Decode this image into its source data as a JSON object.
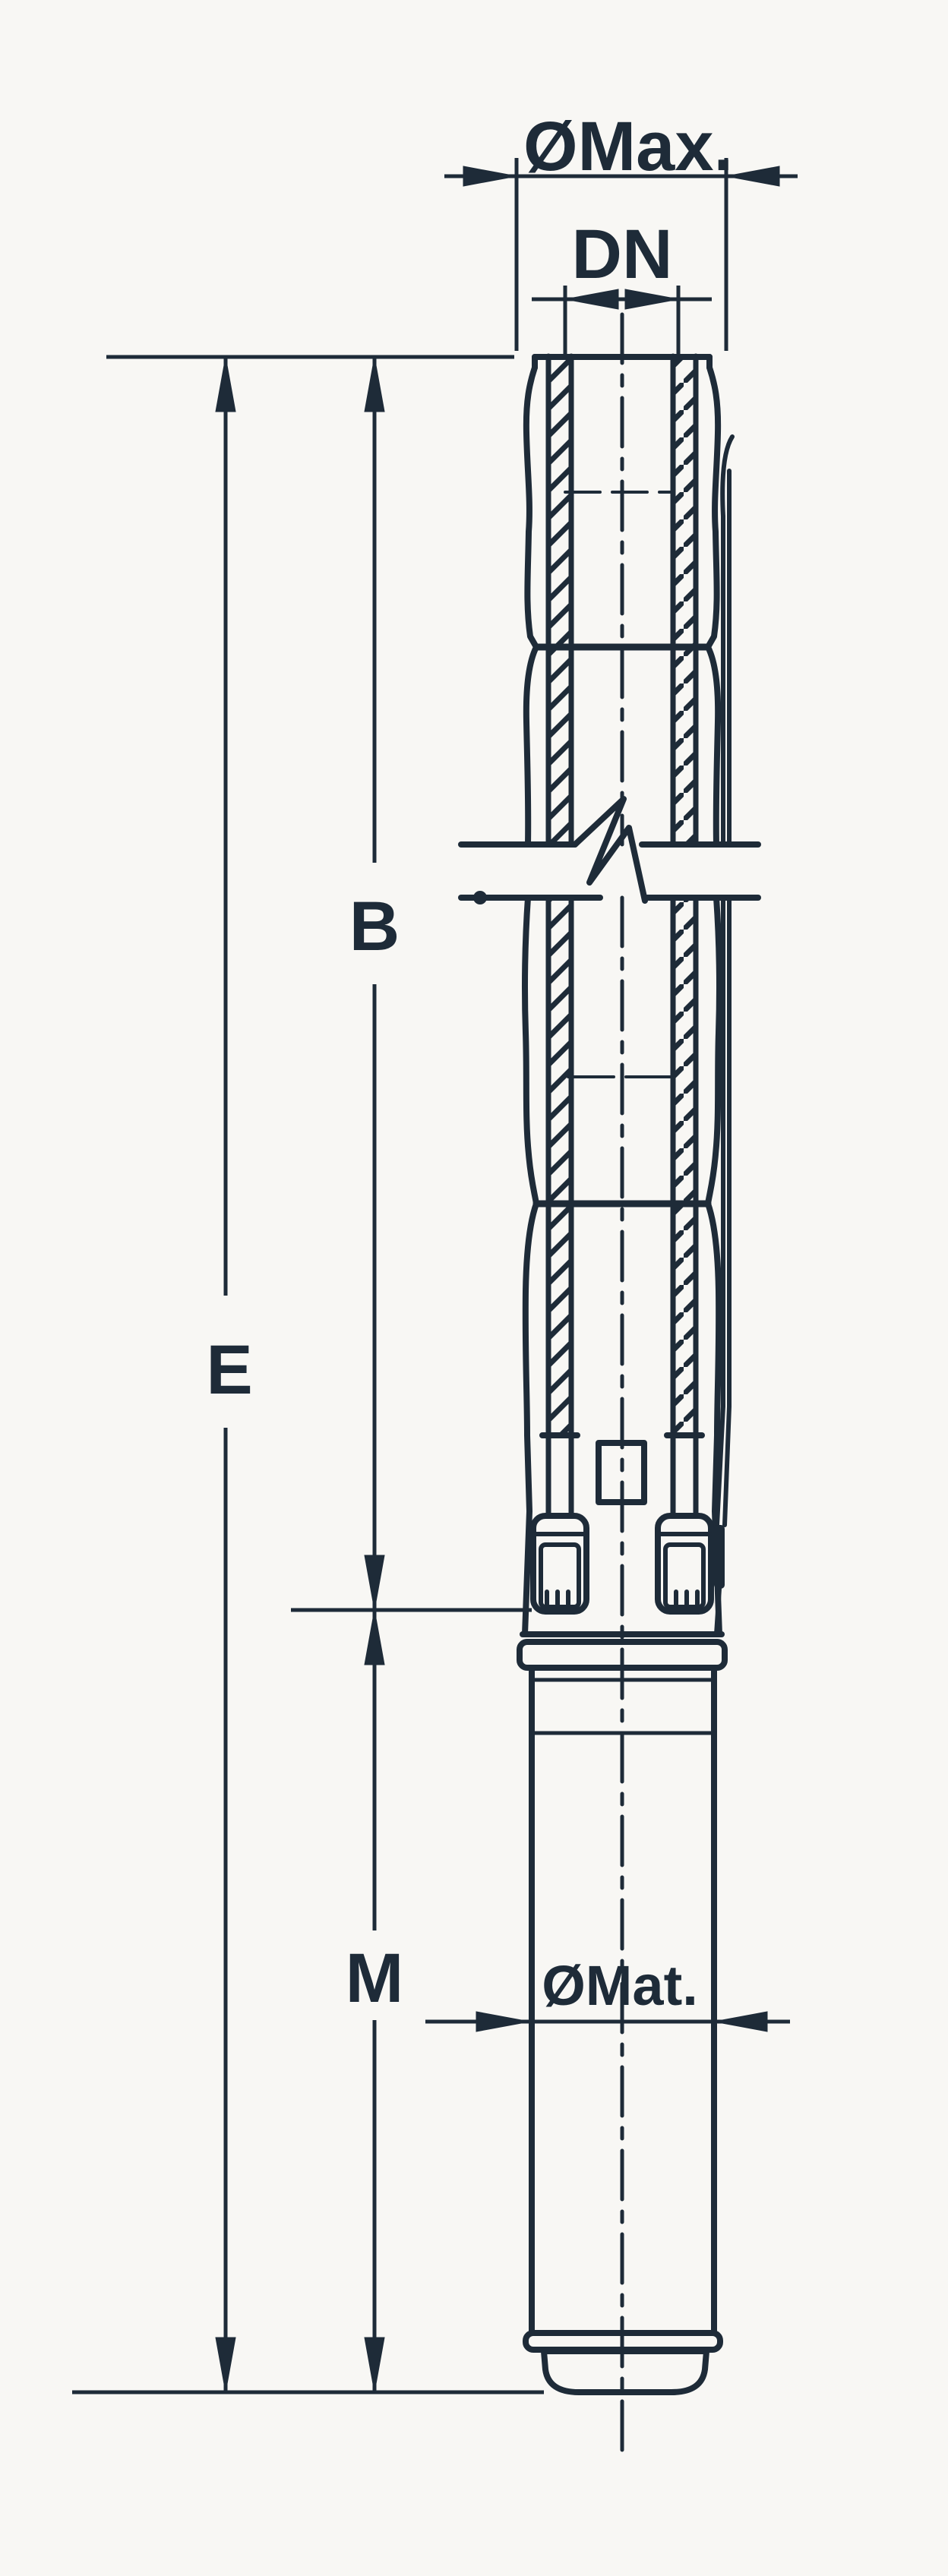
{
  "document": {
    "type": "technical-dimension-drawing",
    "subject": "submersible pump cross-section with dimension callouts"
  },
  "colors": {
    "ink": "#1e2b38",
    "paper": "#f8f7f4"
  },
  "labels": {
    "max_diameter": "ØMax.",
    "nominal_bore": "DN",
    "dim_b": "B",
    "dim_e": "E",
    "dim_m": "M",
    "motor_diameter": "ØMat."
  },
  "dimension_annotations": [
    {
      "label": "ØMax.",
      "axis": "horizontal",
      "position": "top",
      "arrow_style": "outside-pointing-in"
    },
    {
      "label": "DN",
      "axis": "horizontal",
      "position": "top",
      "arrow_style": "inside-pointing-out"
    },
    {
      "label": "B",
      "axis": "vertical",
      "position": "left",
      "span": "pump-top-to-coupling"
    },
    {
      "label": "E",
      "axis": "vertical",
      "position": "far-left",
      "span": "pump-top-to-motor-bottom"
    },
    {
      "label": "M",
      "axis": "vertical",
      "position": "left",
      "span": "coupling-to-motor-bottom"
    },
    {
      "label": "ØMat.",
      "axis": "horizontal",
      "position": "bottom",
      "arrow_style": "outside-pointing-in"
    }
  ]
}
